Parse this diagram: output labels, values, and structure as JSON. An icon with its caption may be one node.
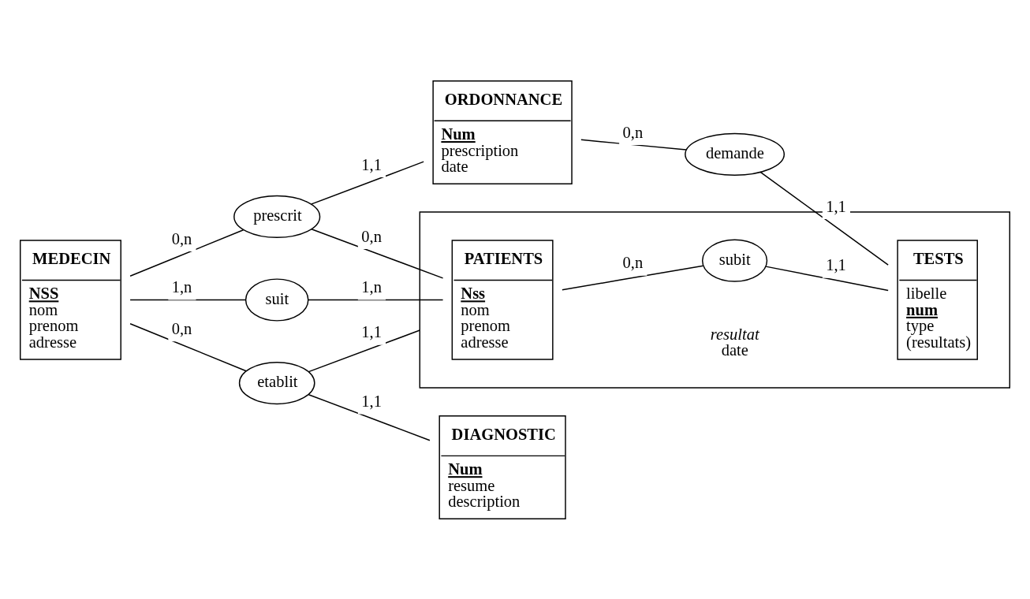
{
  "diagram": {
    "nodes": [
      {
        "text": [
          "MEDECIN",
          "NSS",
          "nom",
          "prenom",
          "adresse"
        ]
      },
      {
        "text": [
          "suit"
        ]
      },
      {
        "text": [],
        "shape": "box"
      },
      {
        "text": [
          "PATIENTS",
          "Nss",
          "nom",
          "prenom",
          "adresse"
        ],
        "in": 2
      },
      {
        "text": [
          "prescrit"
        ]
      },
      {
        "text": [
          "ORDONNANCE",
          "Num",
          "prescription",
          "date"
        ]
      },
      {
        "text": [
          "subit"
        ],
        "in": 2,
        "beside": [
          "resultat",
          "date"
        ]
      },
      {
        "text": [
          "TESTS",
          "libelle",
          "num",
          "type",
          "(resultats)"
        ],
        "in": 2
      },
      {
        "text": [
          "etablit"
        ]
      },
      {
        "text": [
          "demande"
        ]
      },
      {
        "text": [
          "DIAGNOSTIC",
          "Num",
          "resume",
          "description"
        ]
      }
    ],
    "edges": [
      {
        "from": 0,
        "to": 1,
        "arrow": "none",
        "label": "1,n"
      },
      {
        "from": 1,
        "to": 3,
        "arrow": "none",
        "label": "1,n"
      },
      {
        "from": 0,
        "to": 4,
        "arrow": "none",
        "label": "0,n"
      },
      {
        "from": 4,
        "to": 3,
        "arrow": "none",
        "label": "0,n"
      },
      {
        "from": 4,
        "to": 5,
        "arrow": "none",
        "label": "1,1"
      },
      {
        "from": 0,
        "to": 8,
        "arrow": "none",
        "label": "0,n"
      },
      {
        "from": 3,
        "to": 6,
        "arrow": "none",
        "label": "0,n"
      },
      {
        "from": 6,
        "to": 7,
        "arrow": "none",
        "label": "1,1"
      },
      {
        "from": 5,
        "to": 9,
        "arrow": "none",
        "label": "0,n"
      },
      {
        "from": 9,
        "to": 7,
        "arrow": "none",
        "label": "1,1"
      },
      {
        "from": 8,
        "to": 2,
        "arrow": "none",
        "label": "1,1"
      },
      {
        "from": 8,
        "to": 10,
        "arrow": "none",
        "label": "1,1"
      }
    ]
  }
}
